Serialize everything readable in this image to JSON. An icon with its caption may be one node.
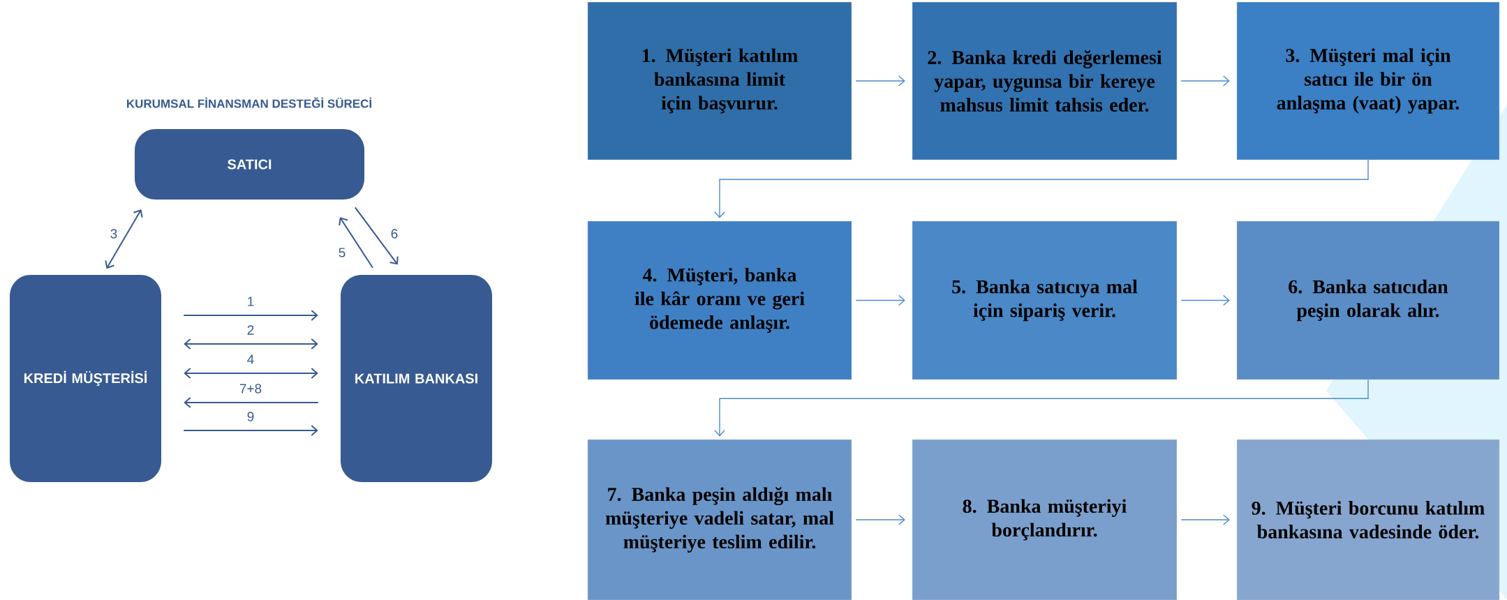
{
  "diagram": {
    "title": "KURUMSAL FİNANSMAN DESTEĞİ SÜRECİ",
    "nodes": [
      {
        "text": [
          "SATICI"
        ]
      },
      {
        "text": [
          "KREDİ MÜŞTERİSİ"
        ]
      },
      {
        "text": [
          "KATILIM BANKASI"
        ]
      },
      {
        "text": [
          "1. Müşteri katılım bankasına limit için başvurur."
        ]
      },
      {
        "text": [
          "2. Banka kredi değerlemesi yapar, uygunsa bir kereye mahsus limit tahsis eder."
        ]
      },
      {
        "text": [
          "3. Müşteri mal için satıcı ile bir ön anlaşma (vaat) yapar."
        ]
      },
      {
        "text": [
          "4. Müşteri, banka ile kâr oranı ve geri ödemede anlaşır."
        ]
      },
      {
        "text": [
          "5. Banka satıcıya mal için sipariş verir."
        ]
      },
      {
        "text": [
          "6. Banka satıcıdan peşin olarak alır."
        ]
      },
      {
        "text": [
          "7. Banka peşin aldığı malı müşteriye vadeli satar, mal müşteriye teslim edilir."
        ]
      },
      {
        "text": [
          "8. Banka müşteriyi borçlandırır."
        ]
      },
      {
        "text": [
          "9. Müşteri borcunu katılım bankasına vadesinde öder."
        ]
      }
    ],
    "edges": [
      {
        "from": 1,
        "to": 2,
        "arrow": "to",
        "label": "1"
      },
      {
        "from": 1,
        "to": 2,
        "arrow": "both",
        "label": "2"
      },
      {
        "from": 1,
        "to": 2,
        "arrow": "both",
        "label": "4"
      },
      {
        "from": 2,
        "to": 1,
        "arrow": "to",
        "label": "7+8"
      },
      {
        "from": 1,
        "to": 2,
        "arrow": "to",
        "label": "9"
      },
      {
        "from": 1,
        "to": 0,
        "arrow": "both",
        "label": "3"
      },
      {
        "from": 2,
        "to": 0,
        "arrow": "to",
        "label": "5"
      },
      {
        "from": 0,
        "to": 2,
        "arrow": "to",
        "label": "6"
      },
      {
        "from": 3,
        "to": 4,
        "arrow": "to",
        "color": "#4a8ad0"
      },
      {
        "from": 4,
        "to": 5,
        "arrow": "to",
        "color": "#4a8ad0"
      },
      {
        "from": 5,
        "to": 6,
        "arrow": "to",
        "color": "#4a8ad0"
      },
      {
        "from": 6,
        "to": 7,
        "arrow": "to",
        "color": "#4a8ad0"
      },
      {
        "from": 7,
        "to": 8,
        "arrow": "to",
        "color": "#4a8ad0"
      },
      {
        "from": 8,
        "to": 9,
        "arrow": "to",
        "color": "#4a8ad0"
      },
      {
        "from": 9,
        "to": 10,
        "arrow": "to",
        "color": "#4a8ad0"
      },
      {
        "from": 10,
        "to": 11,
        "arrow": "to",
        "color": "#4a8ad0"
      }
    ]
  }
}
